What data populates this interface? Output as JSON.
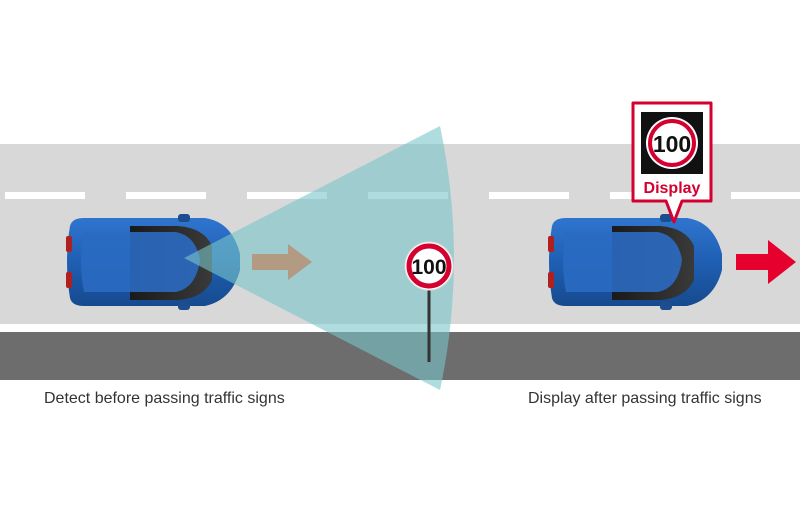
{
  "road_sign": {
    "speed_limit": "100"
  },
  "dashboard_display": {
    "speed_limit": "100",
    "label": "Display"
  },
  "captions": {
    "left": "Detect before passing traffic signs",
    "right": "Display after passing traffic signs"
  },
  "colors": {
    "road": "#d6d6d6",
    "lane_marking": "#ffffff",
    "road_edge": "#6b6b6b",
    "car_body": "#1f5fb3",
    "camera_field": "#79c7c9",
    "detect_arrow": "#b39a83",
    "display_arrow": "#e6002e",
    "sign_border": "#d40030"
  }
}
